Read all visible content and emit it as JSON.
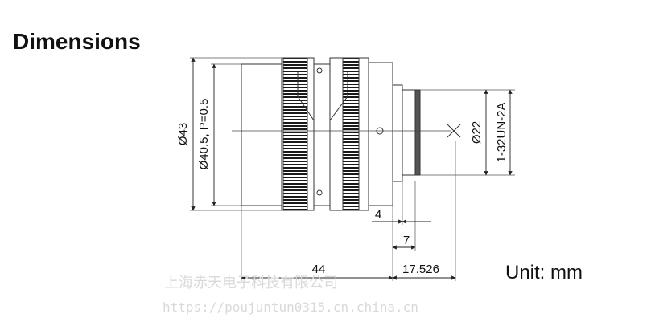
{
  "heading": "Dimensions",
  "unit_label": "Unit: mm",
  "dimensions": {
    "outer_diameter": "Ø43",
    "filter_thread": "Ø40.5, P=0.5",
    "mount_diameter": "Ø22",
    "mount_thread": "1-32UN-2A",
    "flange_4": "4",
    "flange_7": "7",
    "length_44": "44",
    "back_focus": "17.526"
  },
  "watermark": {
    "company": "上海赤天电子科技有限公司",
    "url": "https://poujuntun0315.cn.china.cn"
  }
}
